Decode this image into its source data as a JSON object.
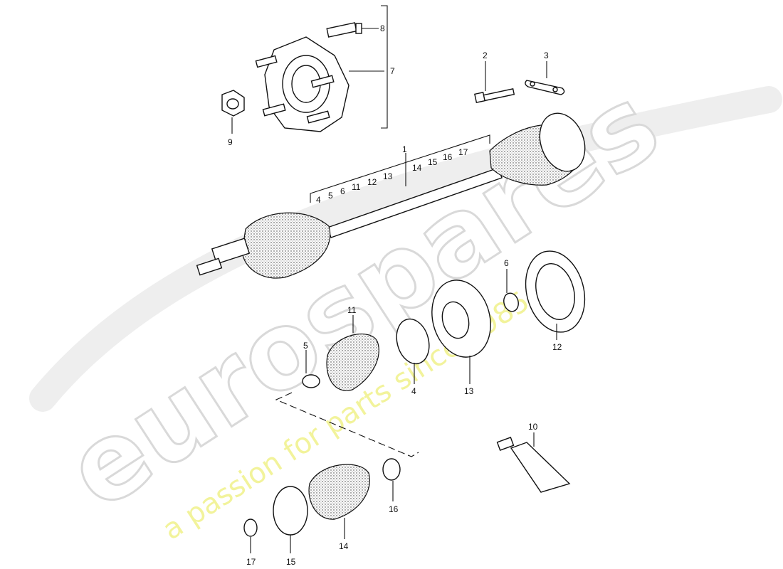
{
  "watermark": {
    "brand": "eurospares",
    "tagline": "a passion for parts since 1985",
    "colors": {
      "brand_outline": "#d9d9d9",
      "tagline": "#eef07a"
    }
  },
  "callouts": [
    {
      "id": "c1",
      "text": "1"
    },
    {
      "id": "c2",
      "text": "2"
    },
    {
      "id": "c3",
      "text": "3"
    },
    {
      "id": "c4",
      "text": "4"
    },
    {
      "id": "c5",
      "text": "5"
    },
    {
      "id": "c6",
      "text": "6"
    },
    {
      "id": "c7",
      "text": "7"
    },
    {
      "id": "c8",
      "text": "8"
    },
    {
      "id": "c9",
      "text": "9"
    },
    {
      "id": "c10",
      "text": "10"
    },
    {
      "id": "c11",
      "text": "11"
    },
    {
      "id": "c12",
      "text": "12"
    },
    {
      "id": "c13",
      "text": "13"
    },
    {
      "id": "c14",
      "text": "14"
    },
    {
      "id": "c15",
      "text": "15"
    },
    {
      "id": "c16",
      "text": "16"
    },
    {
      "id": "c17",
      "text": "17"
    }
  ],
  "shaft_kit_labels": [
    "4",
    "5",
    "6",
    "11",
    "12",
    "13",
    "14",
    "15",
    "16",
    "17"
  ]
}
